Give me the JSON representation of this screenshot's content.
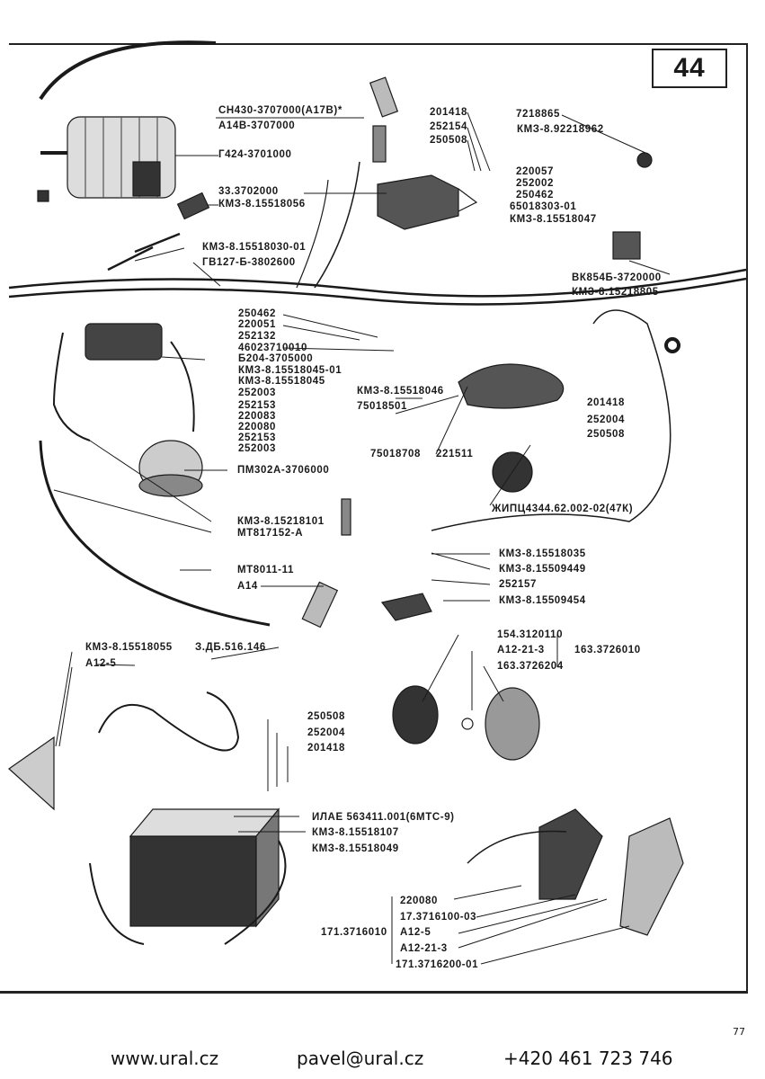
{
  "page": {
    "section_number": "44",
    "page_number": "77"
  },
  "labels": {
    "sparkplug_cap": "СН430-3707000(А17В)*",
    "sparkplug": "А14В-3707000",
    "generator": "Г424-3701000",
    "regulator": "33.3702000",
    "connector_gen": "КМЗ-8.15518056",
    "wire_gen": "КМЗ-8.15518030-01",
    "harness": "ГВ127-Б-3802600",
    "b201418_a": "201418",
    "b252154": "252154",
    "b250508_a": "250508",
    "b220057": "220057",
    "b252002": "252002",
    "b250462_a": "250462",
    "b65018303": "65018303-01",
    "wire_15518047": "КМЗ-8.15518047",
    "b7218865": "7218865",
    "spring_92218962": "КМЗ-8.92218962",
    "switch_vk854": "ВК854Б-3720000",
    "b15218805": "КМЗ-8.15218805",
    "b250462_b": "250462",
    "b220051": "220051",
    "b252132": "252132",
    "b46023710010": "46023710010",
    "coil_b204": "Б204-3705000",
    "wire_15518045_01": "КМЗ-8.15518045-01",
    "wire_15518045": "КМЗ-8.15518045",
    "b252003_a": "252003",
    "b252153_a": "252153",
    "b220083": "220083",
    "b220080_a": "220080",
    "b252153_b": "252153",
    "b252003_b": "252003",
    "wire_15518046": "КМЗ-8.15518046",
    "b75018501": "75018501",
    "b75018708": "75018708",
    "b221511": "221511",
    "b201418_b": "201418",
    "b252004_a": "252004",
    "b250508_b": "250508",
    "horn_pm302": "ПМ302А-3706000",
    "b15218101": "КМЗ-8.15218101",
    "mt817152": "МТ817152-А",
    "socket_zhipc": "ЖИПЦ4344.62.002-02(47К)",
    "b15518035": "КМЗ-8.15518035",
    "b15509449": "КМЗ-8.15509449",
    "b252157": "252157",
    "b15509454": "КМЗ-8.15509454",
    "mt8011": "МТ8011-11",
    "a14": "А14",
    "b15518055": "КМЗ-8.15518055",
    "lamp_a125_a": "А12-5",
    "cable_3db": "З.ДБ.516.146",
    "b154_3120110": "154.3120110",
    "lamp_a12213_a": "А12-21-3",
    "b163_3726204": "163.3726204",
    "group_163_3726010": "163.3726010",
    "b250508_c": "250508",
    "b252004_b": "252004",
    "b201418_c": "201418",
    "battery": "ИЛАЕ 563411.001(6МТС-9)",
    "b15518107": "КМЗ-8.15518107",
    "b15518049": "КМЗ-8.15518049",
    "b220080_b": "220080",
    "b17_3716100": "17.3716100-03",
    "group_171_3716010": "171.3716010",
    "lamp_a125_b": "А12-5",
    "lamp_a12213_b": "А12-21-3",
    "b171_3716200": "171.3716200-01"
  },
  "footer": {
    "website": "www.ural.cz",
    "email": "pavel@ural.cz",
    "phone": "+420 461 723 746"
  }
}
